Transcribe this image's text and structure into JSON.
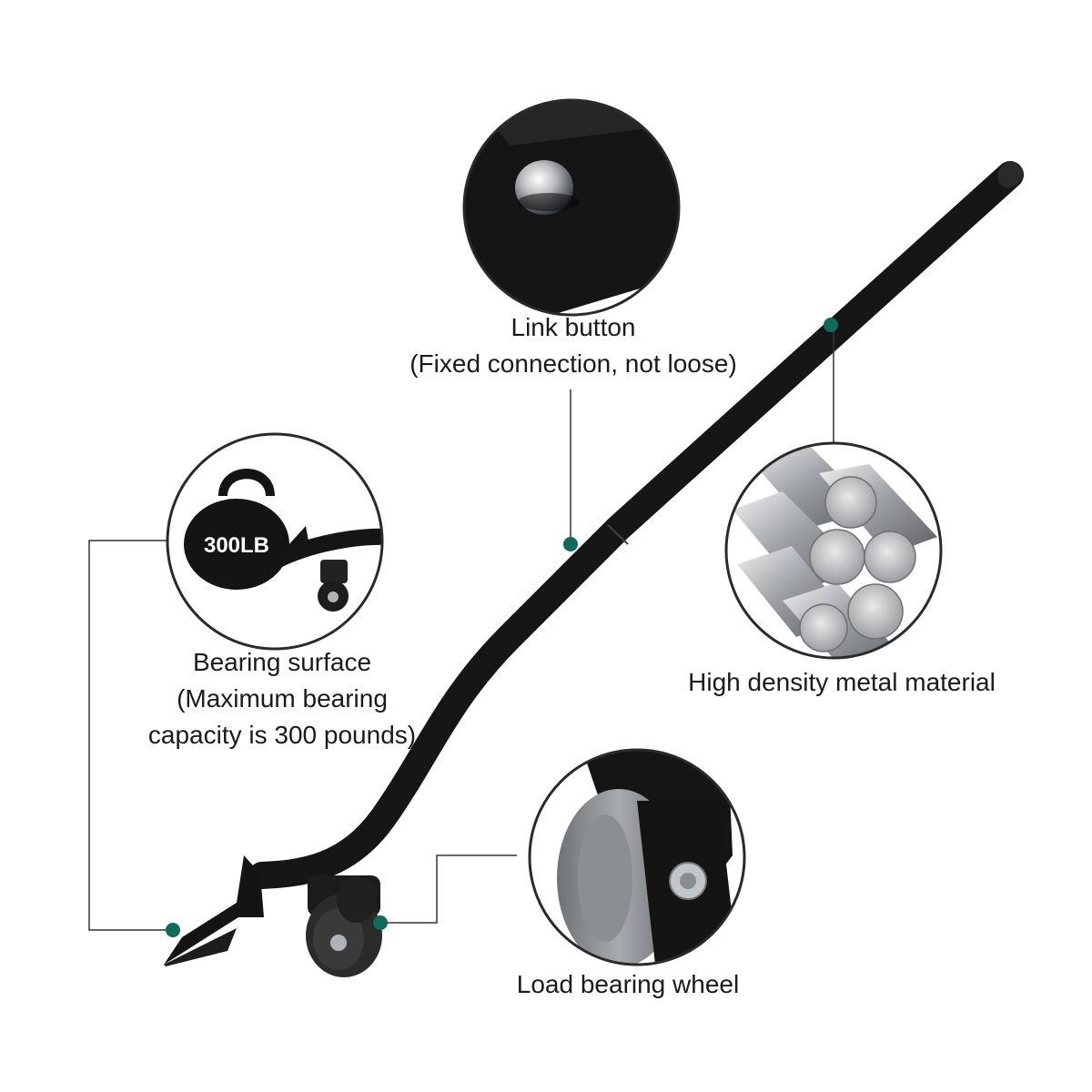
{
  "callouts": {
    "link_button": {
      "title": "Link button",
      "subtitle": "(Fixed connection, not loose)"
    },
    "bearing_surface": {
      "title": "Bearing surface",
      "line2": "(Maximum bearing",
      "line3": "capacity is 300 pounds)"
    },
    "metal": {
      "title": "High density metal material"
    },
    "wheel": {
      "title": "Load bearing wheel"
    }
  },
  "kettlebell": {
    "label": "300LB"
  },
  "colors": {
    "accent_dot": "#0f6b5a",
    "bar": "#161616",
    "leader": "#333333",
    "circle_border": "#2a2a2a"
  }
}
